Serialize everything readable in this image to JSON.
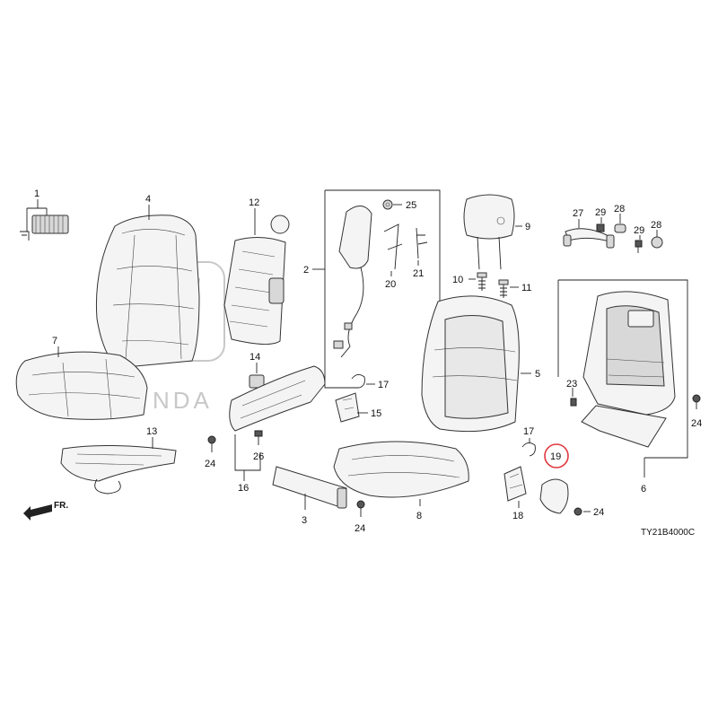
{
  "diagram": {
    "code": "TY21B4000C",
    "front_label": "FR.",
    "highlight_color": "#e0393f",
    "highlight_label": "19",
    "callouts": {
      "c1": "1",
      "c2": "2",
      "c3": "3",
      "c4": "4",
      "c5": "5",
      "c6": "6",
      "c7": "7",
      "c8": "8",
      "c9": "9",
      "c10": "10",
      "c11": "11",
      "c12": "12",
      "c13": "13",
      "c14": "14",
      "c15": "15",
      "c16": "16",
      "c17a": "17",
      "c17b": "17",
      "c18": "18",
      "c19": "19",
      "c20": "20",
      "c21": "21",
      "c23": "23",
      "c24a": "24",
      "c24b": "24",
      "c24c": "24",
      "c24d": "24",
      "c25": "25",
      "c26": "26",
      "c27": "27",
      "c28a": "28",
      "c28b": "28",
      "c29a": "29",
      "c29b": "29"
    }
  }
}
